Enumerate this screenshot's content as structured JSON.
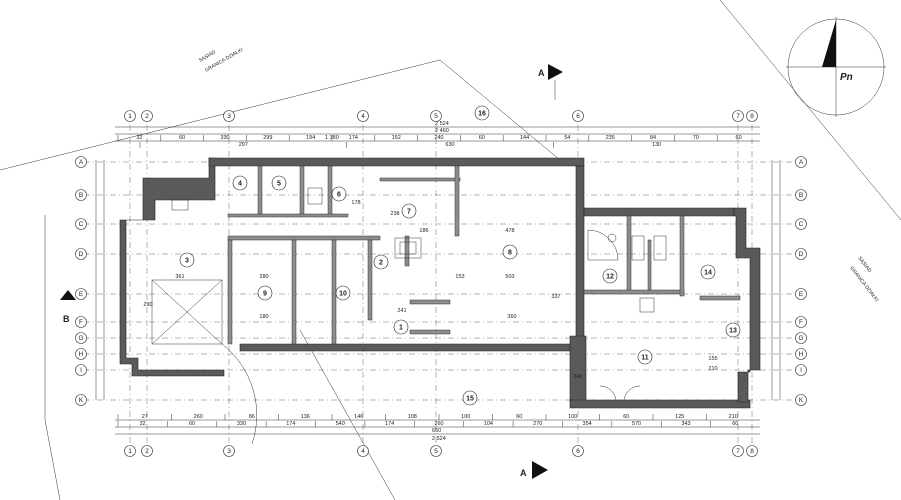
{
  "compass": {
    "label": "Pn"
  },
  "border_label": {
    "line1": "SĄSIAD",
    "line2": "GRANICA DZIAŁKI"
  },
  "section_labels": [
    "A",
    "A",
    "B"
  ],
  "overall_dims": {
    "top": [
      "2 524",
      "2 460",
      "1 380"
    ],
    "bottom": [
      "2 524",
      "650"
    ]
  },
  "grid_numbers": [
    "1",
    "2",
    "3",
    "4",
    "5",
    "6",
    "7",
    "8"
  ],
  "grid_letters": [
    "A",
    "B",
    "C",
    "D",
    "E",
    "F",
    "G",
    "H",
    "I",
    "K"
  ],
  "top_dims_row1": [
    "32",
    "60",
    "330",
    "299",
    "194",
    "174",
    "152",
    "240",
    "60",
    "144",
    "54",
    "235",
    "84",
    "70",
    "60"
  ],
  "top_dims_row2": [
    "297",
    "630",
    "130"
  ],
  "bottom_dims_row1": [
    "32",
    "60",
    "330",
    "174",
    "540",
    "174",
    "260",
    "104",
    "270",
    "354",
    "570",
    "343",
    "60"
  ],
  "bottom_dims_row2": [
    "27",
    "260",
    "86",
    "136",
    "146",
    "108",
    "100",
    "60",
    "100",
    "60",
    "125",
    "210"
  ],
  "rooms": [
    {
      "num": "1"
    },
    {
      "num": "2"
    },
    {
      "num": "3"
    },
    {
      "num": "4"
    },
    {
      "num": "5"
    },
    {
      "num": "6"
    },
    {
      "num": "7"
    },
    {
      "num": "8"
    },
    {
      "num": "9"
    },
    {
      "num": "10"
    },
    {
      "num": "11"
    },
    {
      "num": "12"
    },
    {
      "num": "13"
    },
    {
      "num": "14"
    },
    {
      "num": "15"
    },
    {
      "num": "16"
    }
  ],
  "inner_dims": [
    "361",
    "280",
    "180",
    "290",
    "503",
    "478",
    "360",
    "155",
    "210",
    "246",
    "337",
    "153",
    "241",
    "186",
    "238",
    "178"
  ]
}
